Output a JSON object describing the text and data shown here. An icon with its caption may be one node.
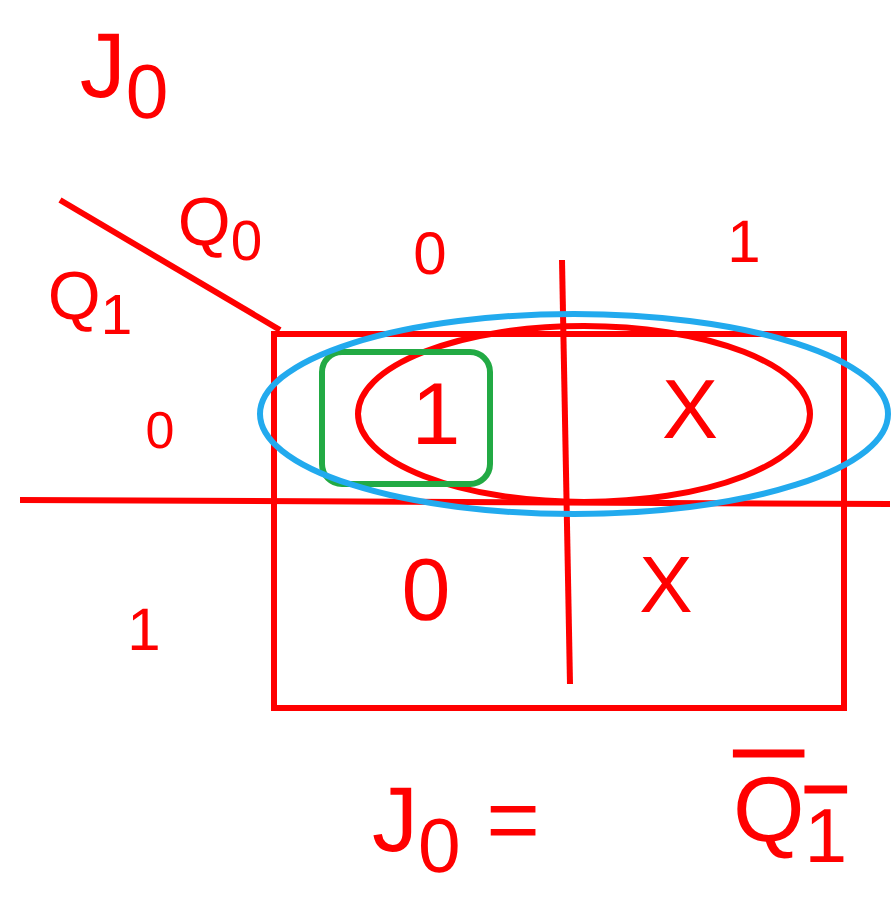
{
  "diagram": {
    "title": "J$_{0}$",
    "labels": [
      "Q$_{0}$",
      "Q$_{1}$",
      "0",
      "1",
      "0",
      "1",
      "1",
      "X",
      "0",
      "X",
      "J$_{0}$ =",
      "Q$_{1}$"
    ]
  }
}
